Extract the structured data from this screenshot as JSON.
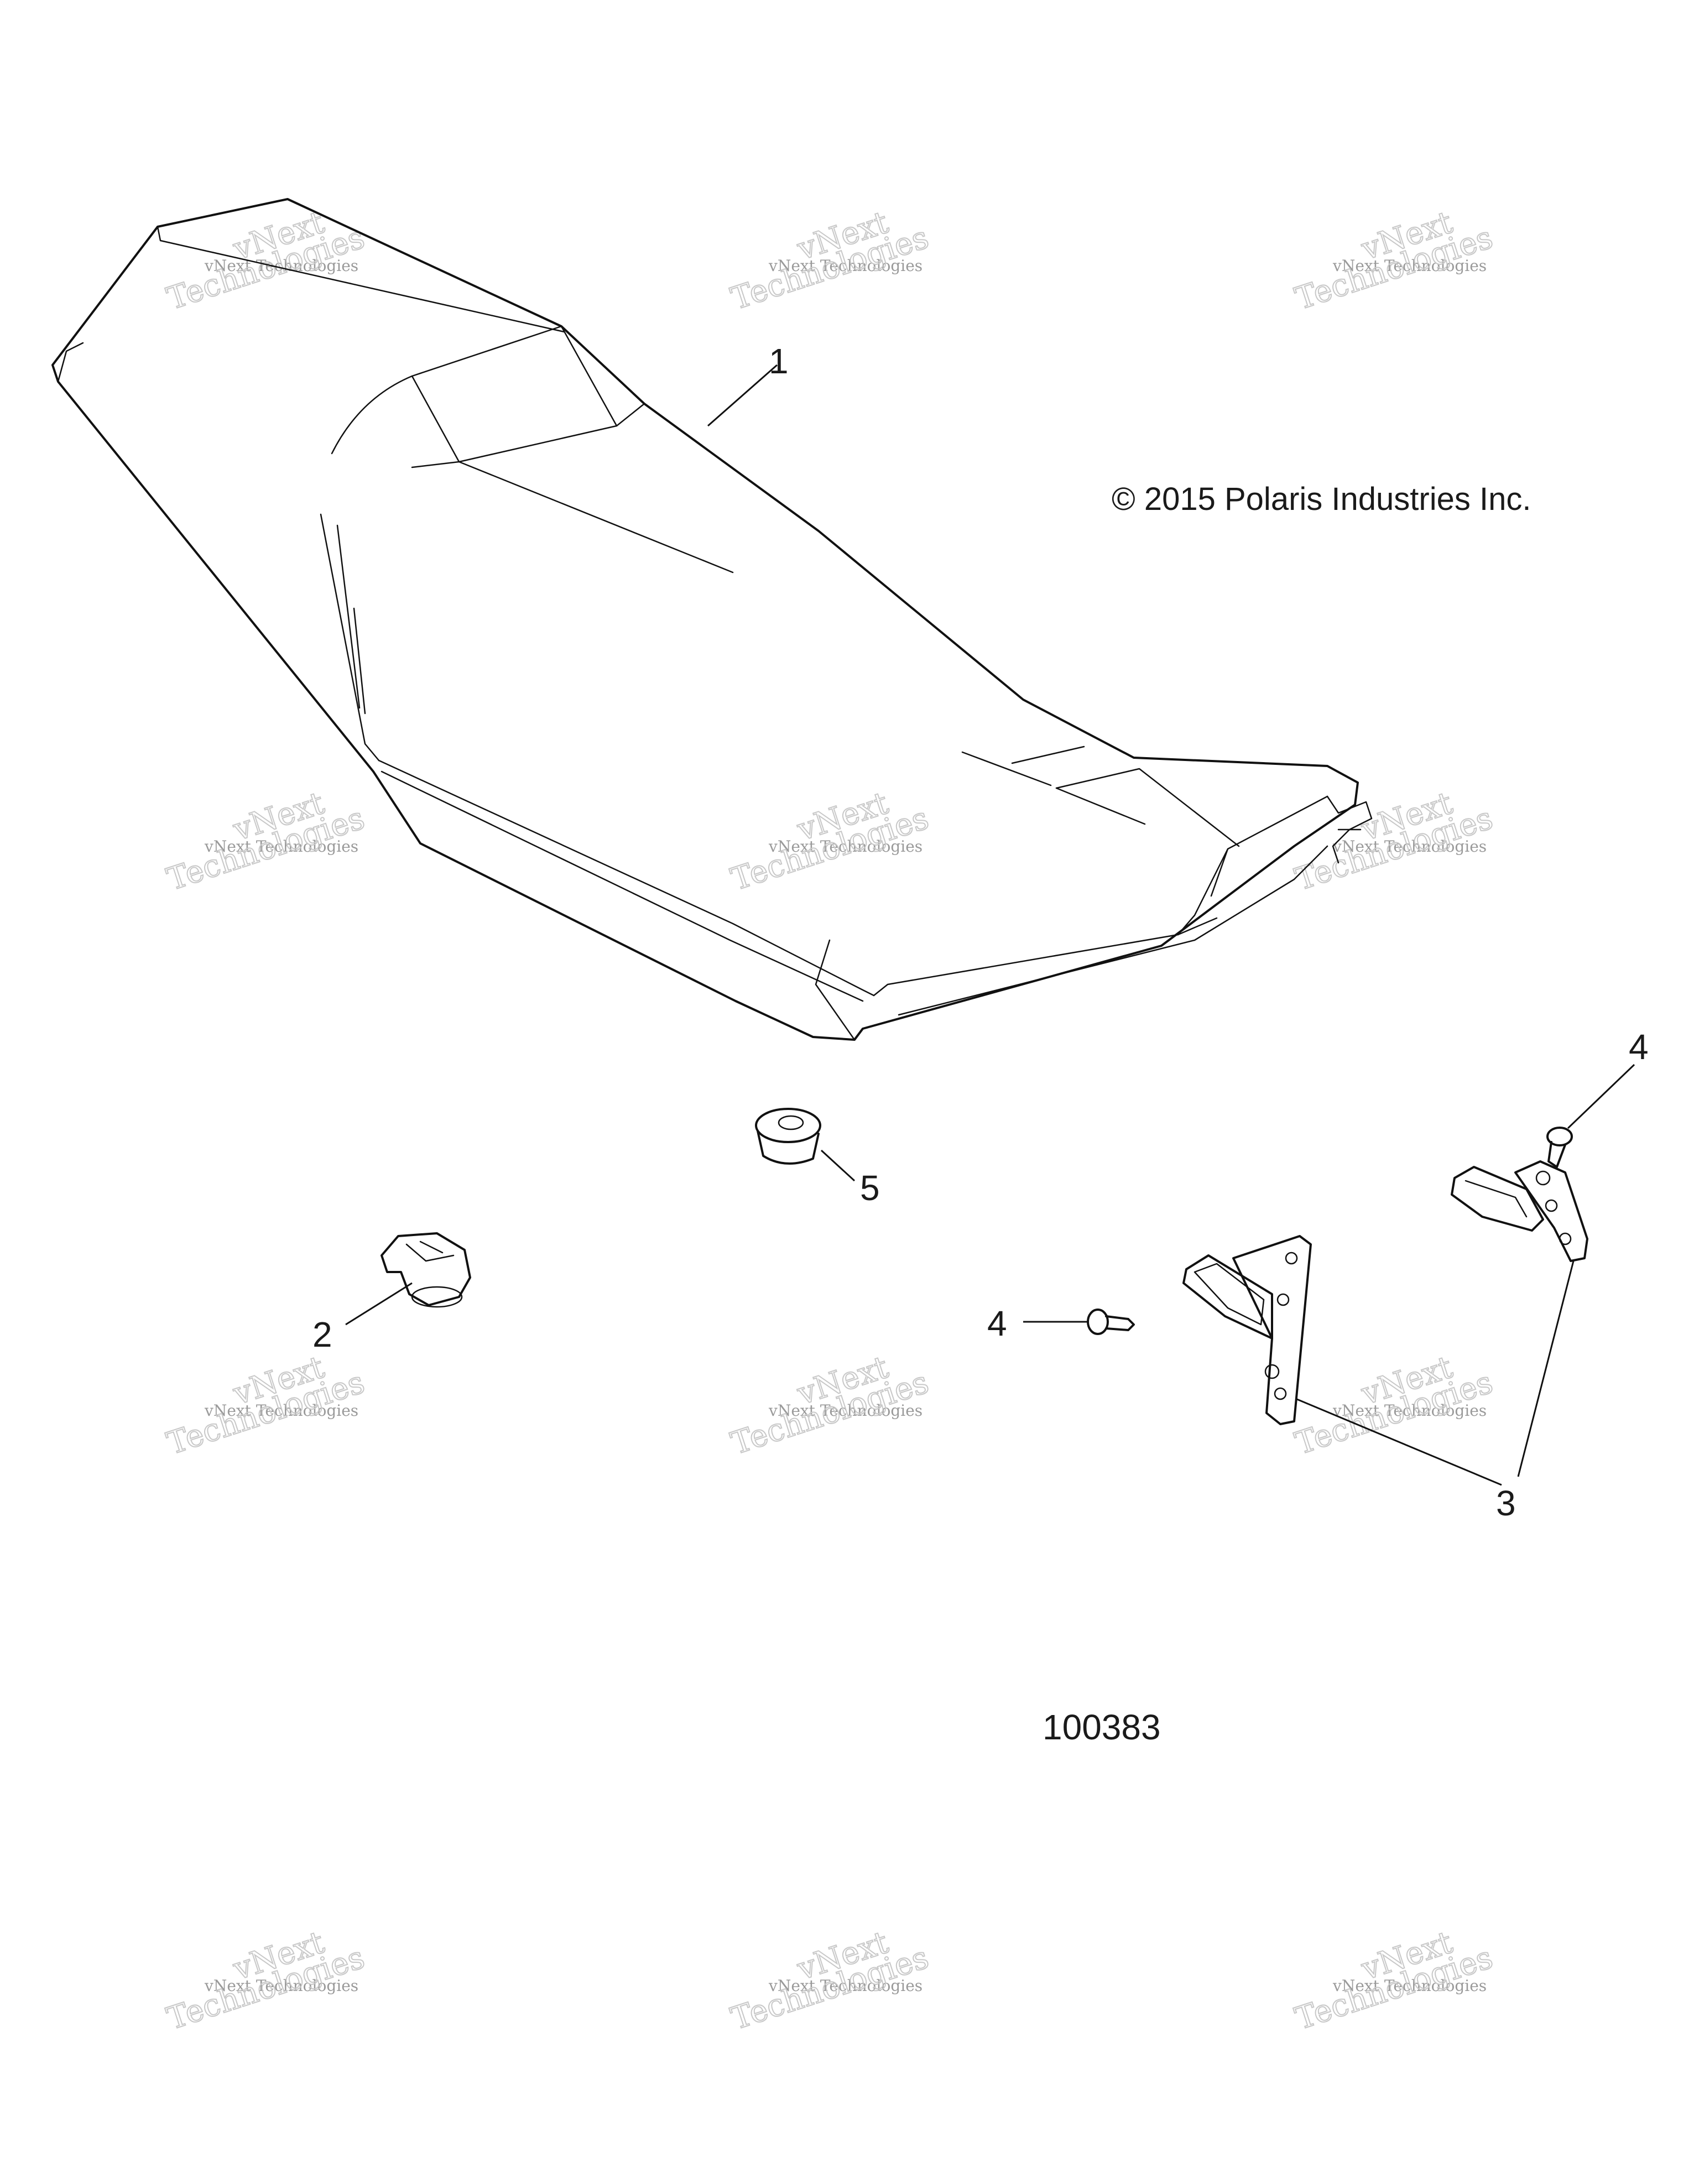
{
  "copyright": "© 2015 Polaris Industries Inc.",
  "figure_number": "100383",
  "callouts": {
    "seat": "1",
    "latch": "2",
    "bracket": "3",
    "fastener_right": "4",
    "fastener_left": "4",
    "bumper": "5"
  },
  "watermark": {
    "line1": "vNext Technologies",
    "line2": "Technologies",
    "line3": "vNext"
  }
}
